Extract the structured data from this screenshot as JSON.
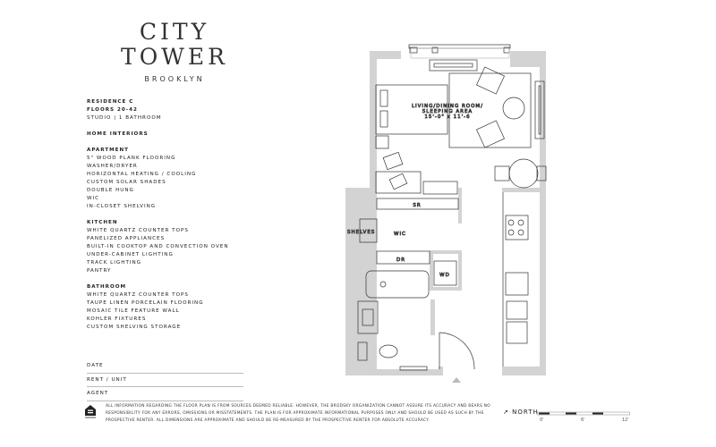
{
  "brand": {
    "line1": "CITY",
    "line2": "TOWER",
    "location": "BROOKLYN"
  },
  "residence": {
    "name": "RESIDENCE C",
    "floors": "FLOORS 20-42",
    "type": "STUDIO | 1 BATHROOM"
  },
  "home_interiors_label": "HOME INTERIORS",
  "sections": [
    {
      "title": "APARTMENT",
      "items": [
        "5\" WOOD PLANK FLOORING",
        "WASHER/DRYER",
        "HORIZONTAL HEATING / COOLING",
        "CUSTOM SOLAR SHADES",
        "DOUBLE HUNG",
        "WIC",
        "IN-CLOSET SHELVING"
      ]
    },
    {
      "title": "KITCHEN",
      "items": [
        "WHITE QUARTZ COUNTER TOPS",
        "PANELIZED APPLIANCES",
        "BUILT-IN COOKTOP AND CONVECTION OVEN",
        "UNDER-CABINET LIGHTING",
        "TRACK LIGHTING",
        "PANTRY"
      ]
    },
    {
      "title": "BATHROOM",
      "items": [
        "WHITE QUARTZ COUNTER TOPS",
        "TAUPE LINEN PORCELAIN FLOORING",
        "MOSAIC TILE FEATURE WALL",
        "KOHLER FIXTURES",
        "CUSTOM SHELVING STORAGE"
      ]
    }
  ],
  "form_fields": [
    "DATE",
    "RENT / UNIT",
    "AGENT"
  ],
  "disclaimer": "All information regarding the floor plan is from sources deemed reliable. However, The Brodsky Organization cannot assure its accuracy and bears no responsibility for any errors, omissions or misstatements. The plan is for approximate informational purposes only and should be used as such by the prospective renter. All dimensions are approximate and should be re-measured by the prospective renter for absolute accuracy.",
  "plan_labels": {
    "living1": "LIVING/DINING ROOM/",
    "living2": "SLEEPING AREA",
    "dims": "15'-0\" x 11'-6",
    "sr": "SR",
    "shelves": "SHELVES",
    "wic": "WIC",
    "dr": "DR",
    "wd": "WD"
  },
  "north": {
    "arrow": "↗",
    "label": "NORTH"
  },
  "scale_labels": [
    "0'",
    "6'",
    "12'"
  ],
  "colors": {
    "wall": "#d3d3d3",
    "line": "#333333"
  }
}
